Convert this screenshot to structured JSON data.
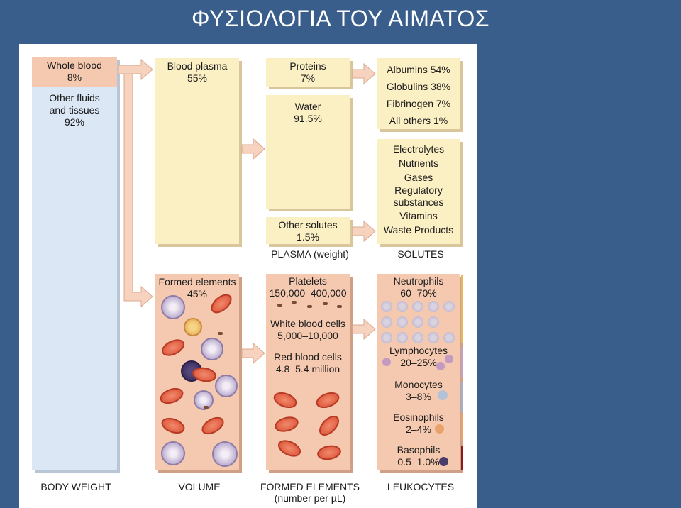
{
  "title": "ΦΥΣΙΟΛΟΓΙΑ ΤΟΥ ΑΙΜΑΤΟΣ",
  "body_weight": {
    "whole_blood": "Whole blood",
    "whole_blood_pct": "8%",
    "other": "Other fluids",
    "other2": "and tissues",
    "other_pct": "92%"
  },
  "plasma": {
    "label": "Blood plasma",
    "pct": "55%"
  },
  "proteins": {
    "label": "Proteins",
    "pct": "7%"
  },
  "water": {
    "label": "Water",
    "pct": "91.5%"
  },
  "other_solutes": {
    "label": "Other solutes",
    "pct": "1.5%"
  },
  "protein_types": [
    "Albumins 54%",
    "Globulins 38%",
    "Fibrinogen 7%",
    "All others 1%"
  ],
  "solutes": [
    "Electrolytes",
    "Nutrients",
    "Gases",
    "Regulatory",
    "substances",
    "Vitamins",
    "Waste Products"
  ],
  "formed": {
    "label": "Formed elements",
    "pct": "45%"
  },
  "platelets": {
    "label": "Platelets",
    "range": "150,000–400,000"
  },
  "wbc": {
    "label": "White blood cells",
    "range": "5,000–10,000"
  },
  "rbc": {
    "label": "Red blood cells",
    "range": "4.8–5.4 million"
  },
  "leukocytes": [
    {
      "label": "Neutrophils",
      "pct": "60–70%"
    },
    {
      "label": "Lymphocytes",
      "pct": "20–25%"
    },
    {
      "label": "Monocytes",
      "pct": "3–8%"
    },
    {
      "label": "Eosinophils",
      "pct": "2–4%"
    },
    {
      "label": "Basophils",
      "pct": "0.5–1.0%"
    }
  ],
  "footers": {
    "body_weight": "BODY WEIGHT",
    "volume": "VOLUME",
    "formed": "FORMED ELEMENTS",
    "formed_unit": "(number per µL)",
    "leukocytes": "LEUKOCYTES",
    "plasma": "PLASMA (weight)",
    "solutes": "SOLUTES"
  },
  "colors": {
    "background": "#3a5e8c",
    "cream": "#fbefc4",
    "pink": "#f5c9b0",
    "light_blue": "#dbe7f4",
    "arrow": "#f6d2bf"
  }
}
